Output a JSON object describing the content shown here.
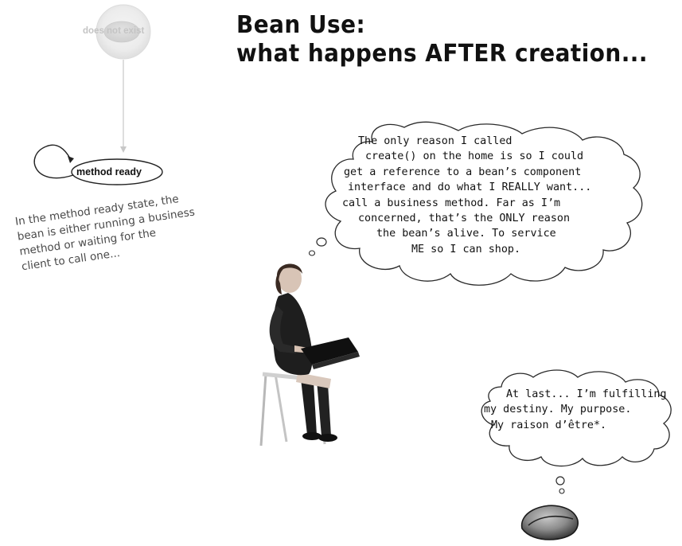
{
  "heading": {
    "line1": "Bean Use:",
    "line2": "what happens AFTER creation..."
  },
  "state_diagram": {
    "does_not_exist_label": "does not exist",
    "method_ready_label": "method ready"
  },
  "annotation": {
    "lines": [
      "In the method ready state, the",
      "bean is either running a business",
      "method or waiting for the",
      "client to call one..."
    ]
  },
  "client_bubble": {
    "lines": [
      "The only reason I called",
      "create() on the home is so I could",
      "get a reference to a bean’s component",
      "interface and do what I REALLY want...",
      "call a business method. Far as I’m",
      "concerned, that’s the ONLY reason",
      "the bean’s alive. To service",
      "ME so I can shop."
    ]
  },
  "bean_bubble": {
    "lines": [
      "At last... I’m fulfilling",
      "my destiny. My purpose.",
      "My raison d’être*."
    ]
  }
}
